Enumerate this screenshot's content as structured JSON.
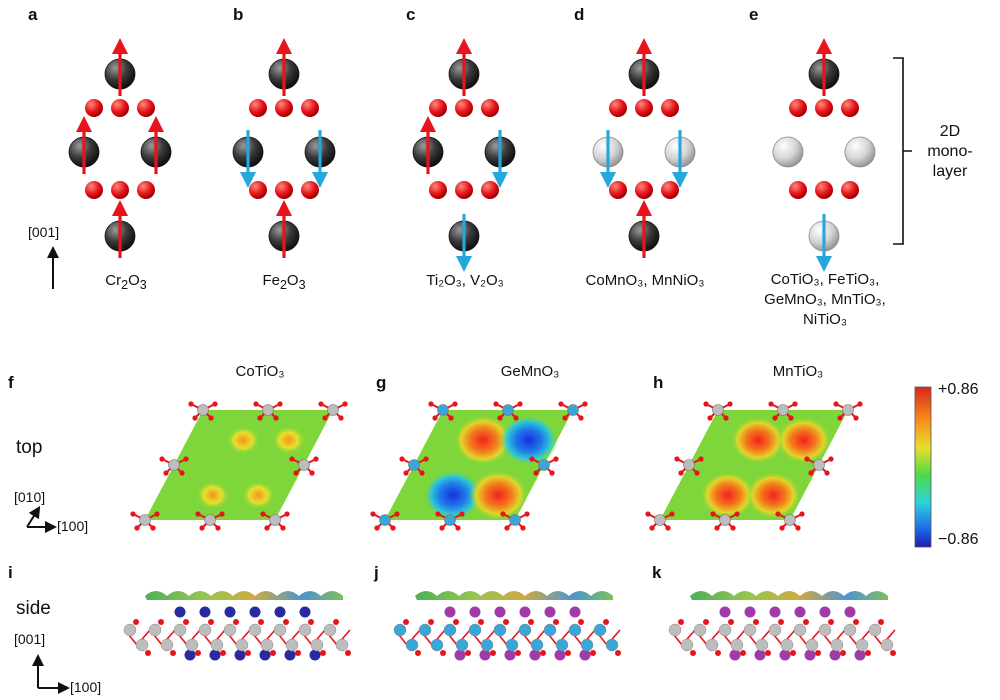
{
  "panels": {
    "a": {
      "letter": "a",
      "compound": [
        "Cr",
        "2",
        "O",
        "3"
      ]
    },
    "b": {
      "letter": "b",
      "compound": [
        "Fe",
        "2",
        "O",
        "3"
      ]
    },
    "c": {
      "letter": "c",
      "line": "Ti₂O₃, V₂O₃"
    },
    "d": {
      "letter": "d",
      "line": "CoMnO₃, MnNiO₃"
    },
    "e": {
      "letter": "e",
      "lines": [
        "CoTiO₃, FeTiO₃,",
        "GeMnO₃, MnTiO₃,",
        "NiTiO₃"
      ]
    },
    "f": {
      "letter": "f",
      "title": "CoTiO₃"
    },
    "g": {
      "letter": "g",
      "title": "GeMnO₃"
    },
    "h": {
      "letter": "h",
      "title": "MnTiO₃"
    },
    "i": {
      "letter": "i"
    },
    "j": {
      "letter": "j"
    },
    "k": {
      "letter": "k"
    }
  },
  "axis": {
    "c_axis": "[001]",
    "top_b": "[010]",
    "top_a": "[100]",
    "side_c": "[001]",
    "side_a": "[100]"
  },
  "row_labels": {
    "top": "top",
    "side": "side"
  },
  "monolayer": {
    "lines": [
      "2D",
      "mono-",
      "layer"
    ]
  },
  "colorbar": {
    "max": "+0.86",
    "min": "−0.86"
  },
  "colors": {
    "spin_up": "#e8141c",
    "spin_down": "#27a8dc",
    "oxygen": "#e8141c",
    "magnetic_cation": "#333333",
    "nonmagnetic_cation": "#cfcfcf",
    "ti_atom": "#bdbdbd",
    "ge_atom": "#3aa6d8",
    "co_atom": "#2a2aa0",
    "mn_atom": "#a03aa8"
  },
  "stacks": [
    {
      "spins": [
        "up",
        "up",
        "up",
        "up",
        "up"
      ],
      "cations": [
        "m",
        "m",
        "m",
        "m"
      ]
    },
    {
      "spins": [
        "up",
        "down",
        "down",
        "up"
      ],
      "cations": [
        "m",
        "m",
        "m",
        "m"
      ]
    },
    {
      "spins": [
        "up",
        "up",
        "down",
        "down"
      ],
      "cations": [
        "m",
        "m",
        "m",
        "m"
      ]
    },
    {
      "spins": [
        "up",
        "down",
        "down",
        "up"
      ],
      "cations": [
        "m",
        "n",
        "n",
        "m"
      ]
    },
    {
      "spins": [
        "up",
        "none",
        "none",
        "down"
      ],
      "cations": [
        "m",
        "n",
        "n",
        "n"
      ]
    }
  ]
}
